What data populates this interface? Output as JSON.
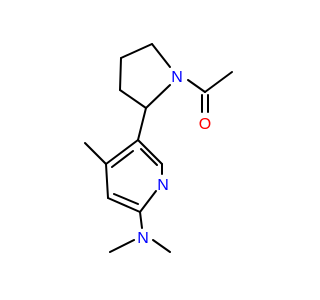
{
  "molecule": {
    "atoms": {
      "n_pyrrolidine": "N",
      "o_carbonyl": "O",
      "n_pyridine": "N",
      "n_amine": "N"
    },
    "colors": {
      "bond": "#000000",
      "nitrogen": "#0000FF",
      "oxygen": "#FF0000"
    }
  }
}
